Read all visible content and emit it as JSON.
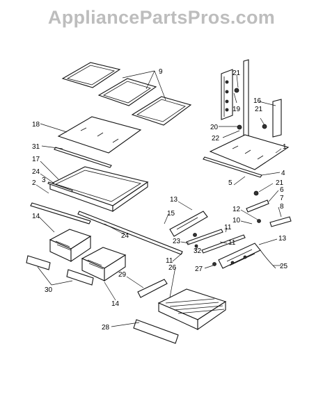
{
  "watermark": "AppliancePartsPros.com",
  "callouts": {
    "c9": "9",
    "c21a": "21",
    "c19": "19",
    "c16": "16",
    "c21b": "21",
    "c20": "20",
    "c22": "22",
    "c18": "18",
    "c31": "31",
    "c1": "1",
    "c17": "17",
    "c24a": "24",
    "c4": "4",
    "c2": "2",
    "c5": "5",
    "c21c": "21",
    "c6": "6",
    "c7": "7",
    "c13a": "13",
    "c12": "12",
    "c8": "8",
    "c15": "15",
    "c10": "10",
    "c14a": "14",
    "c24b": "24",
    "c11a": "11",
    "c23": "23",
    "c11b": "11",
    "c13b": "13",
    "c32": "32",
    "c11c": "11",
    "c26": "26",
    "c27": "27",
    "c25": "25",
    "c29": "29",
    "c30": "30",
    "c14b": "14",
    "c28": "28",
    "c3": "3"
  }
}
